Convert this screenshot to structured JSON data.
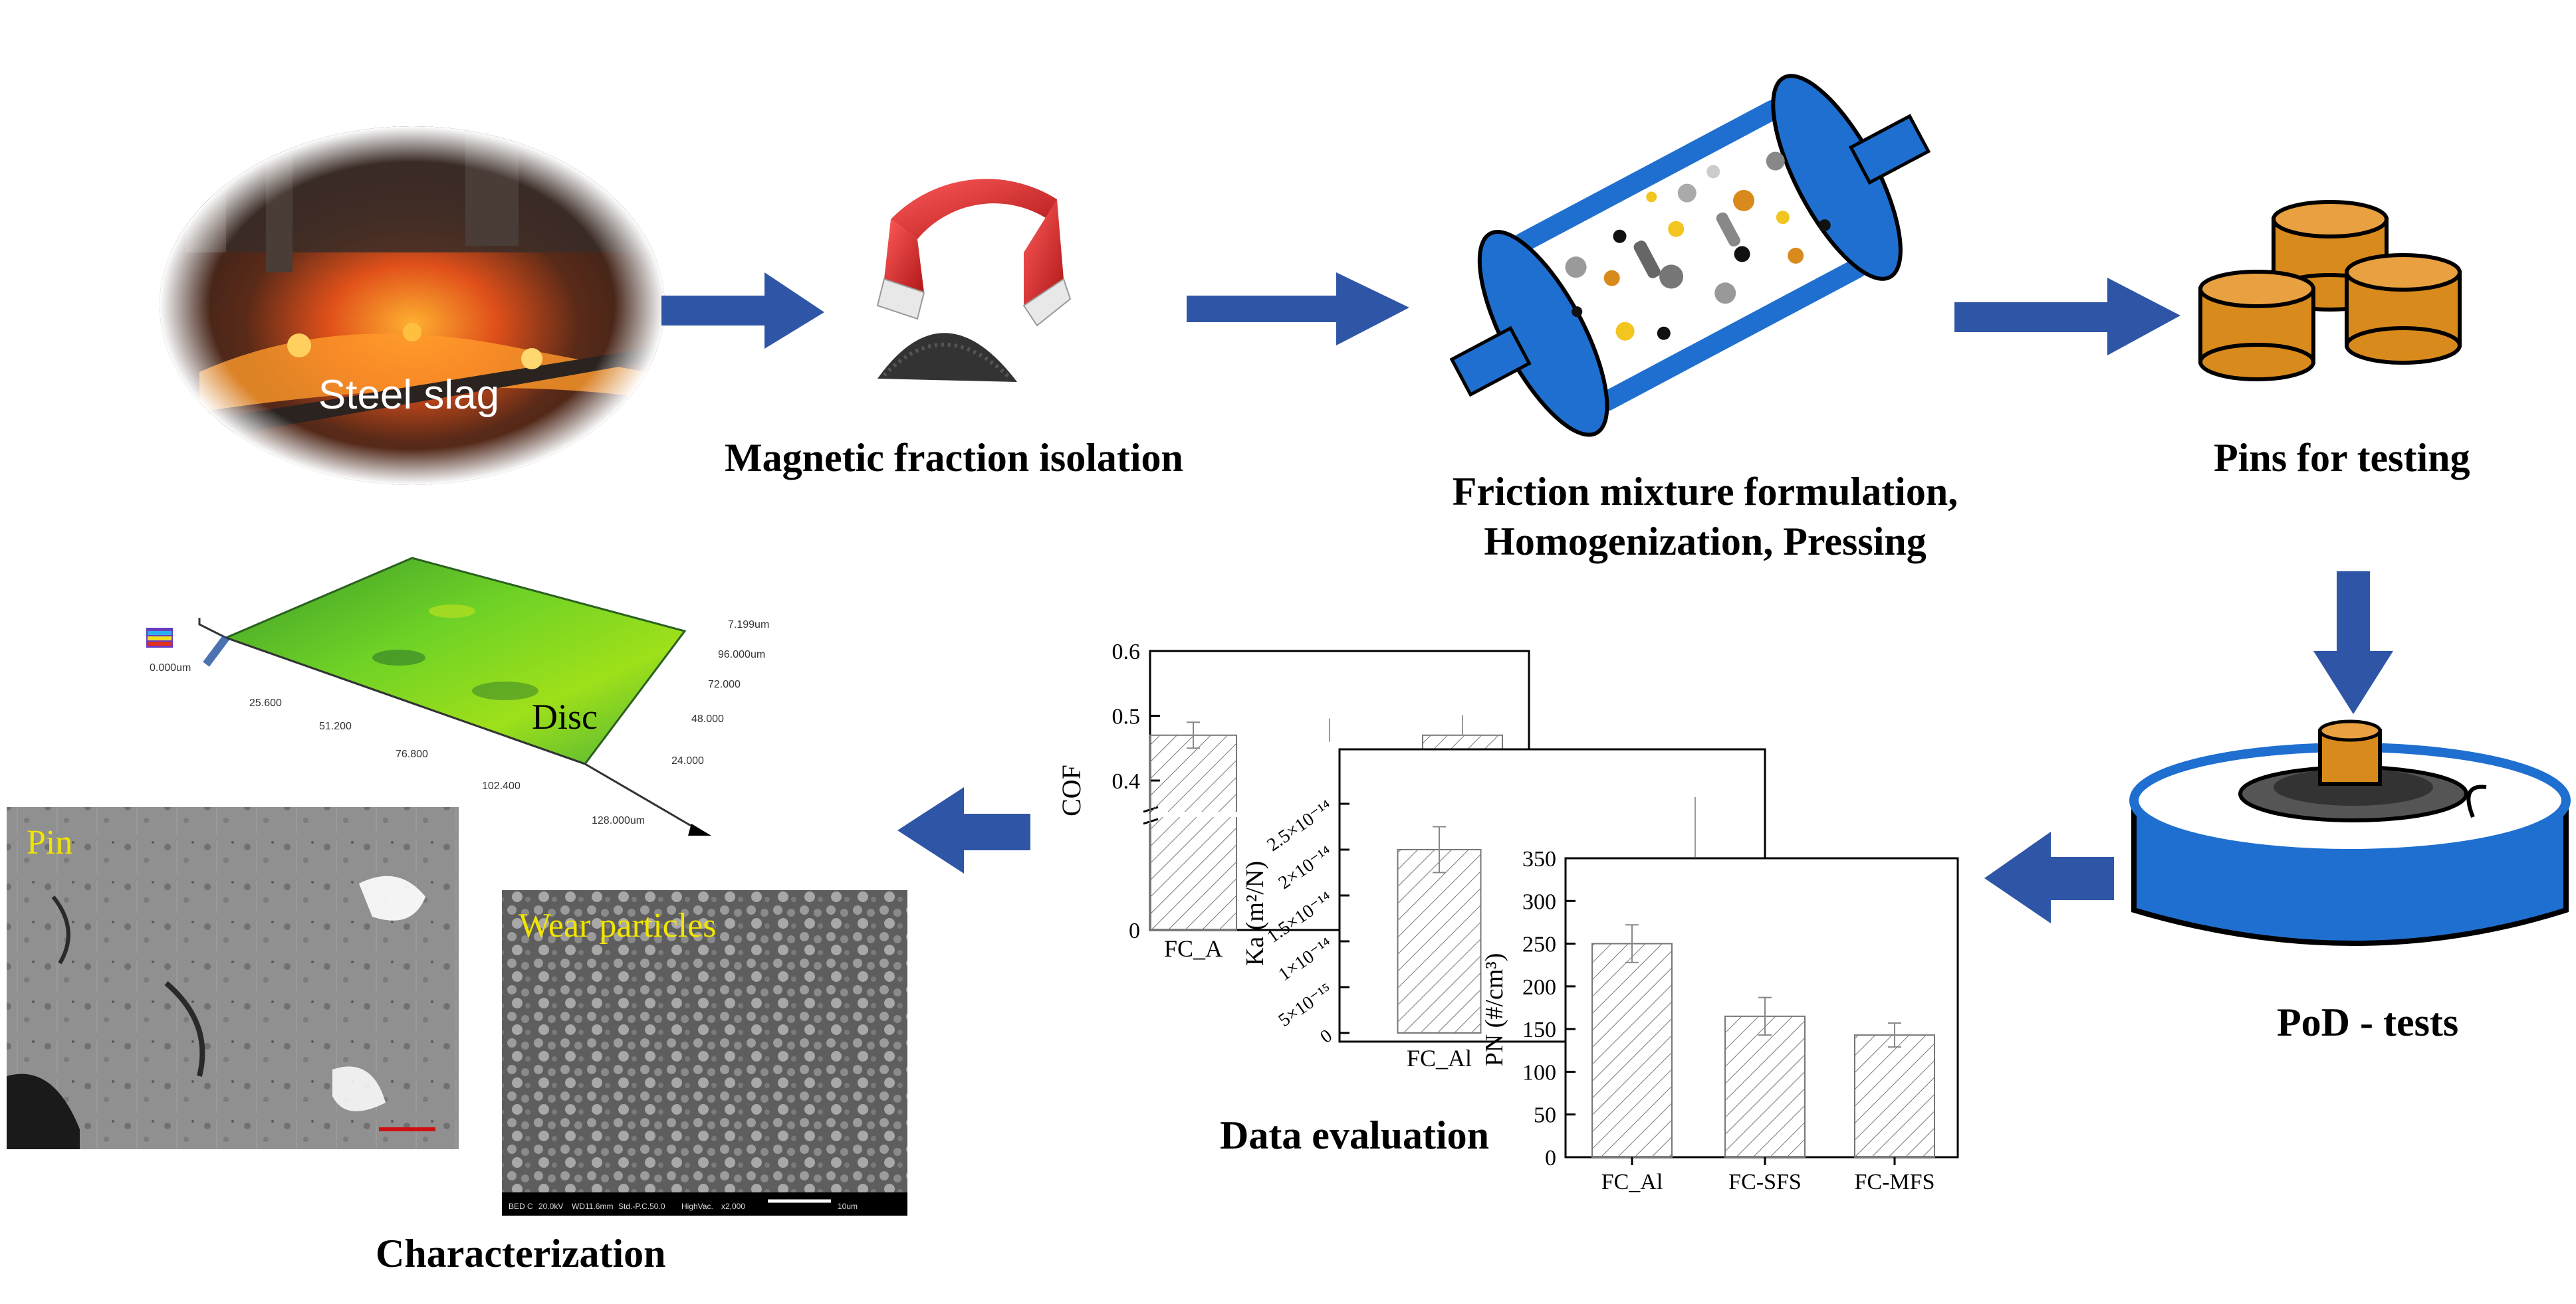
{
  "steps": {
    "steel_slag_label": "Steel slag",
    "magnetic_label": "Magnetic fraction isolation",
    "mixture_line1": "Friction mixture formulation,",
    "mixture_line2": "Homogenization, Pressing",
    "pins_label": "Pins for testing",
    "pod_label": "PoD - tests",
    "data_label": "Data evaluation",
    "characterization_label": "Characterization"
  },
  "characterization": {
    "disc_label": "Disc",
    "pin_label": "Pin",
    "wear_label": "Wear particles",
    "profile_axis_ticks_x": [
      "25.600",
      "51.200",
      "76.800",
      "102.400",
      "128.000um"
    ],
    "profile_axis_ticks_y": [
      "7.199um",
      "96.000um",
      "72.000",
      "48.000",
      "24.000"
    ],
    "profile_zero": "0.000um",
    "sem_footer": [
      "BED C",
      "20.0kV",
      "WD11.6mm",
      "Std.-P.C.50.0",
      "HighVac.",
      "x2,000",
      "10um"
    ]
  },
  "colors": {
    "arrow": "#2F56A6",
    "tablet": "#D98A1C",
    "drum": "#1F6FD0",
    "caption_yellow": "#F2E600"
  },
  "chart_data": [
    {
      "type": "bar",
      "categories": [
        "FC_A"
      ],
      "values": [
        0.47
      ],
      "error": [
        0.02
      ],
      "ylabel": "COF",
      "yticks": [
        "0.6",
        "0.5",
        "0.4",
        "0"
      ],
      "partial_bars": [
        0.47,
        0.47
      ]
    },
    {
      "type": "bar",
      "categories": [
        "FC_Al"
      ],
      "values": [
        2e-14
      ],
      "error": [
        2.5e-15
      ],
      "ylabel": "Ka (m²/N)",
      "yticks": [
        "2.5×10⁻¹⁴",
        "2×10⁻¹⁴",
        "1.5×10⁻¹⁴",
        "1×10⁻¹⁴",
        "5×10⁻¹⁵",
        "0"
      ]
    },
    {
      "type": "bar",
      "categories": [
        "FC_Al",
        "FC-SFS",
        "FC-MFS"
      ],
      "values": [
        250,
        165,
        143
      ],
      "error": [
        22,
        22,
        14
      ],
      "ylabel": "PN (#/cm³)",
      "ylim": [
        0,
        350
      ],
      "yticks": [
        "0",
        "50",
        "100",
        "150",
        "200",
        "250",
        "300",
        "350"
      ]
    }
  ]
}
